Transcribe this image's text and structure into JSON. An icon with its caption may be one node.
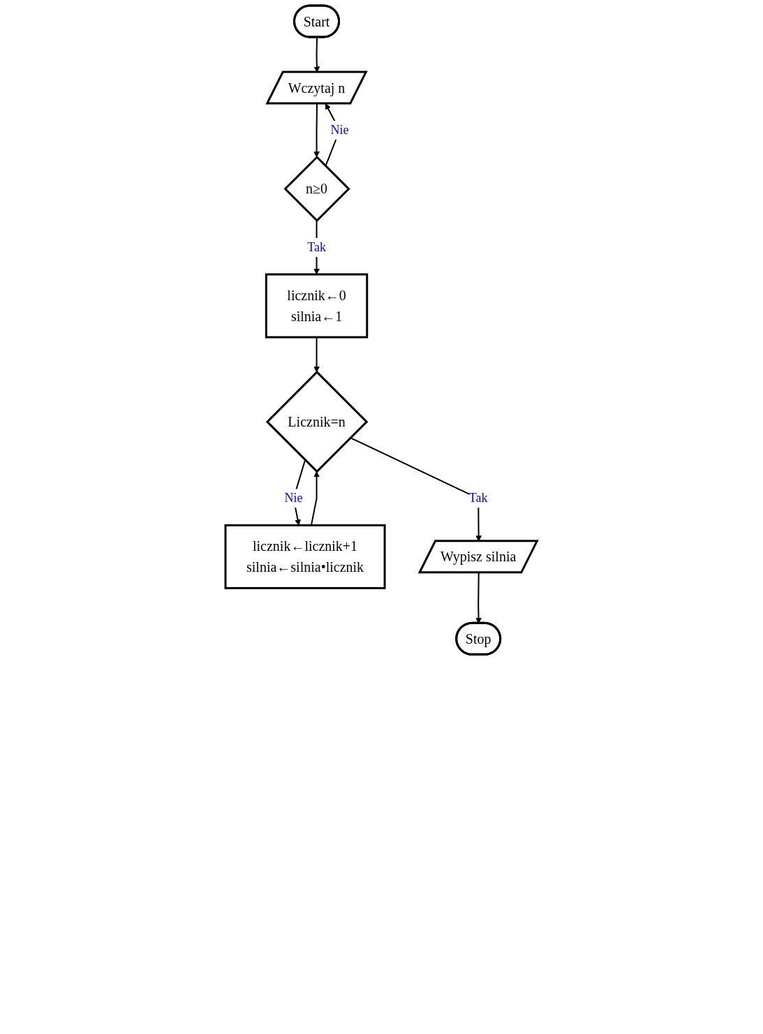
{
  "diagram": {
    "nodes": [
      {
        "text": [
          "Start"
        ]
      },
      {
        "text": [
          "Wczytaj n"
        ]
      },
      {
        "text": [
          "n≥0"
        ]
      },
      {
        "text": [
          "licznik←0",
          "silnia←1"
        ]
      },
      {
        "text": [
          "Licznik=n"
        ]
      },
      {
        "text": [
          "licznik←licznik+1",
          "silnia←silnia•licznik"
        ]
      },
      {
        "text": [
          "Wypisz silnia"
        ]
      },
      {
        "text": [
          "Stop"
        ]
      }
    ],
    "edges": [
      {
        "from": 0,
        "to": 1,
        "arrow": "to"
      },
      {
        "from": 1,
        "to": 2,
        "arrow": "to"
      },
      {
        "from": 2,
        "to": 1,
        "arrow": "to",
        "label": "Nie"
      },
      {
        "from": 2,
        "to": 3,
        "arrow": "to",
        "label": "Tak"
      },
      {
        "from": 3,
        "to": 4,
        "arrow": "to"
      },
      {
        "from": 4,
        "to": 5,
        "arrow": "to",
        "label": "Nie"
      },
      {
        "from": 5,
        "to": 4,
        "arrow": "to"
      },
      {
        "from": 4,
        "to": 6,
        "arrow": "to",
        "label": "Tak"
      },
      {
        "from": 6,
        "to": 7,
        "arrow": "to"
      }
    ]
  }
}
